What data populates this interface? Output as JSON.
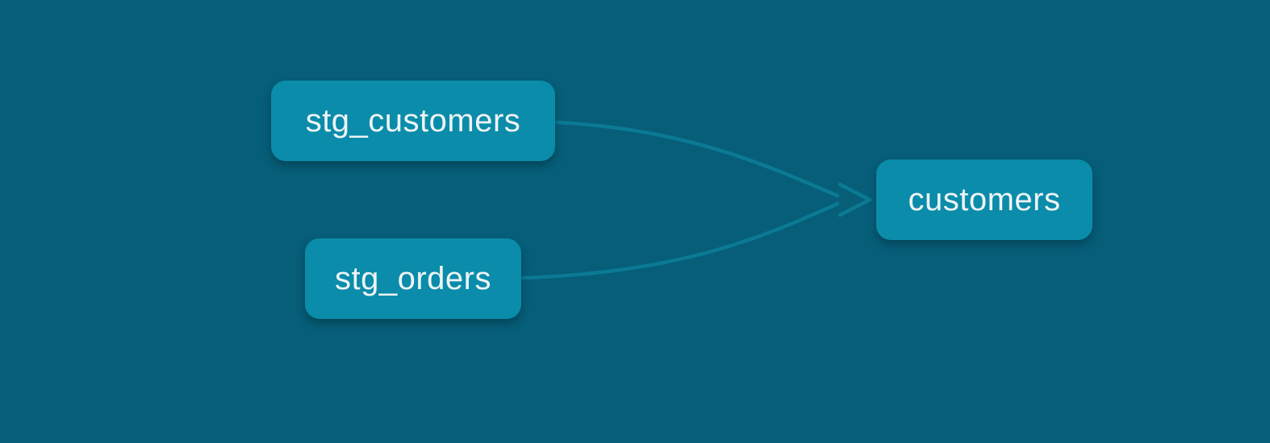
{
  "diagram": {
    "type": "lineage-graph",
    "colors": {
      "background": "#065e78",
      "node_fill": "#0a8caa",
      "node_text": "#eef4f5",
      "edge": "#0b7a94"
    },
    "nodes": [
      {
        "id": "stg_customers",
        "label": "stg_customers"
      },
      {
        "id": "stg_orders",
        "label": "stg_orders"
      },
      {
        "id": "customers",
        "label": "customers"
      }
    ],
    "edges": [
      {
        "from": "stg_customers",
        "to": "customers"
      },
      {
        "from": "stg_orders",
        "to": "customers"
      }
    ]
  }
}
